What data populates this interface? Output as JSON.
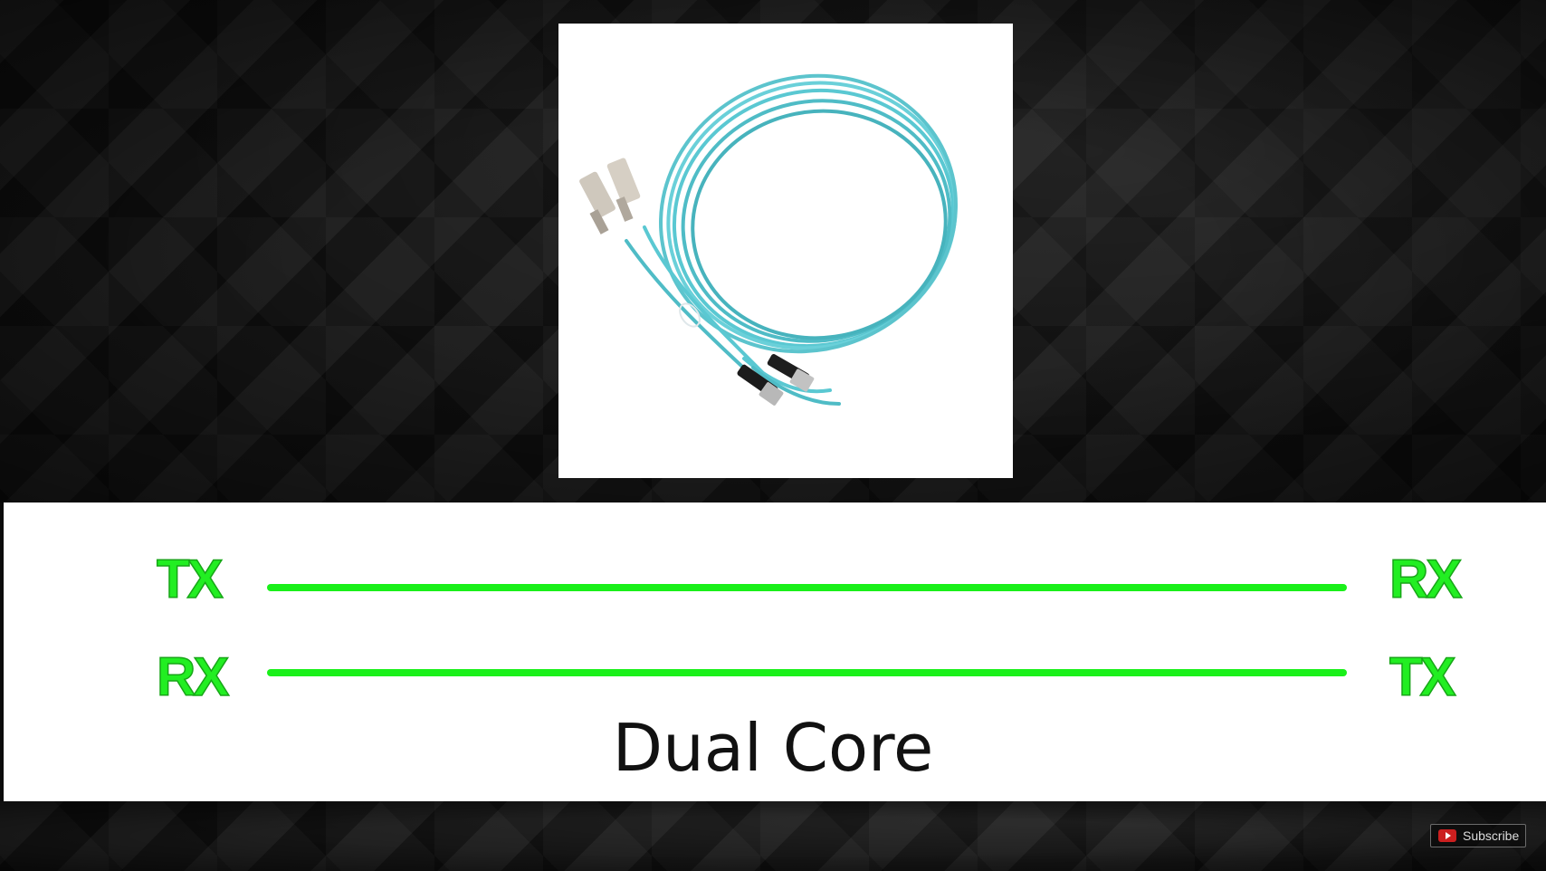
{
  "diagram": {
    "left_labels": [
      "TX",
      "RX"
    ],
    "right_labels": [
      "RX",
      "TX"
    ],
    "caption": "Dual Core",
    "line_color": "#1af01a",
    "label_color": "#22ee22"
  },
  "photo": {
    "subject_icon": "fiber-optic-patch-cable-icon",
    "cable_color": "#5ac8d2"
  },
  "overlay": {
    "subscribe_label": "Subscribe",
    "subscribe_icon": "youtube-icon"
  }
}
